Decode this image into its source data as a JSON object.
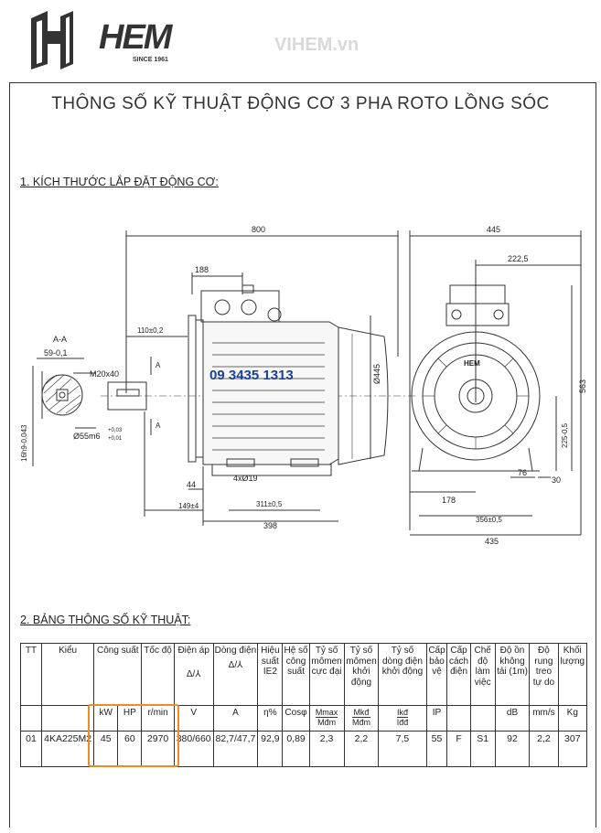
{
  "header": {
    "brand": "HEM",
    "since": "SINCE 1961",
    "watermark": "VIHEM.vn"
  },
  "title": "THÔNG SỐ KỸ THUẬT ĐỘNG CƠ 3 PHA ROTO LỒNG SÓC",
  "section1": "1. KÍCH THƯỚC LẮP ĐẶT ĐỘNG CƠ:",
  "section2": "2. BẢNG THÔNG SỐ KỸ THUẬT:",
  "phone": "09 3435 1313",
  "dims": {
    "overall_length": "800",
    "terminal_box": "188",
    "shaft_offset": "110±0,2",
    "section_label": "A-A",
    "key_depth": "59-0,1",
    "thread": "M20x40",
    "shaft_dia": "Ø55m6",
    "shaft_dia_tol_upper": "+0,03",
    "shaft_dia_tol_lower": "+0,01",
    "key_width": "16h9-0,043",
    "flange_dia": "Ø445",
    "hole": "4xØ19",
    "dim_44": "44",
    "dim_149": "149±4",
    "dim_311": "311±0,5",
    "dim_398": "398",
    "width": "445",
    "half_width": "222,5",
    "height": "563",
    "shaft_height": "225-0,5",
    "foot_76": "76",
    "foot_30": "30",
    "dim_178": "178",
    "dim_356": "356±0,5",
    "base_width": "435",
    "arrow_a": "A"
  },
  "table": {
    "headers": {
      "tt": "TT",
      "kieu": "Kiểu",
      "cong_suat": "Công suất",
      "toc_do": "Tốc độ",
      "dien_ap": "Điện áp",
      "dong_dien": "Dòng điện",
      "hieu_suat": "Hiệu suất IE2",
      "he_so": "Hệ số công suất",
      "momen_cuc_dai": "Tỷ số mômen cực đại",
      "momen_khoi_dong": "Tỷ số mômen khởi động",
      "dong_khoi_dong": "Tỷ số dòng điện khởi động",
      "cap_bao_ve": "Cấp bảo vệ",
      "cap_cach_dien": "Cấp cách điện",
      "che_do": "Chế độ làm việc",
      "do_on": "Độ ồn không tải (1m)",
      "do_rung": "Độ rung treo tự do",
      "khoi_luong": "Khối lượng",
      "delta_y": "Δ/⅄"
    },
    "units": {
      "kw": "kW",
      "hp": "HP",
      "rpm": "r/min",
      "v": "V",
      "a": "A",
      "eff": "η%",
      "cos": "Cosφ",
      "mmax": "Mmax",
      "mdm": "Mđm",
      "mkd": "Mkđ",
      "ikd": "Ikđ",
      "idm": "Iđđ",
      "ip": "IP",
      "db": "dB",
      "mms": "mm/s",
      "kg": "Kg"
    },
    "row": {
      "tt": "01",
      "kieu": "4KA225M2",
      "kw": "45",
      "hp": "60",
      "rpm": "2970",
      "v": "380/660",
      "a": "82,7/47,7",
      "eff": "92,9",
      "cos": "0,89",
      "mmax_ratio": "2,3",
      "mkd_ratio": "2,2",
      "ikd_ratio": "7,5",
      "ip": "55",
      "insulation": "F",
      "duty": "S1",
      "noise": "92",
      "vibration": "2,2",
      "weight": "307"
    }
  },
  "colors": {
    "highlight": "#f08a24",
    "phone": "#1b3d9c"
  }
}
